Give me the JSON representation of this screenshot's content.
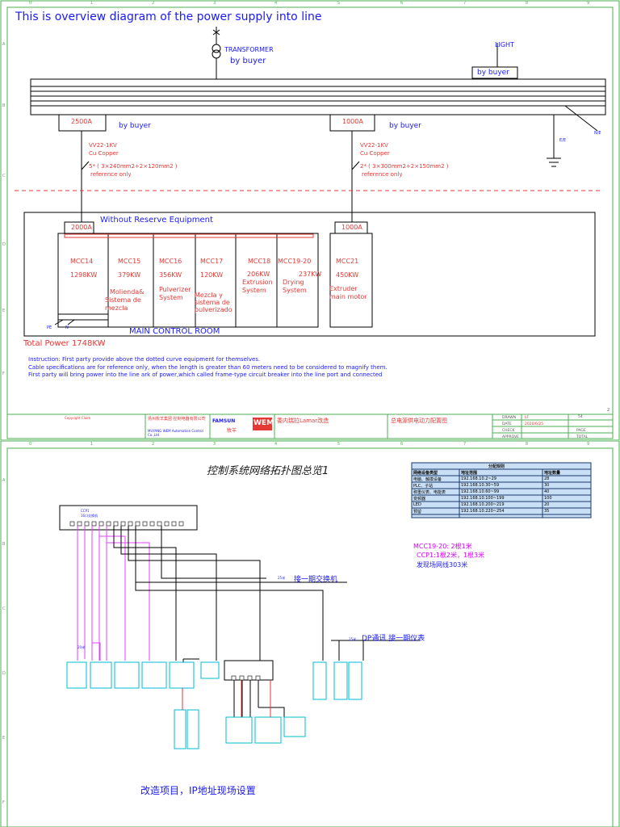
{
  "sheet1": {
    "title": "This is overview diagram of the power supply into line",
    "grid_cols": [
      "0",
      "1",
      "2",
      "3",
      "4",
      "5",
      "6",
      "7",
      "8",
      "9"
    ],
    "grid_rows": [
      "A",
      "B",
      "C",
      "D",
      "E",
      "F"
    ],
    "transformer_label": "TRANSFORMER",
    "transformer_by": "by buyer",
    "light_label": "LIGHT",
    "light_by": "by buyer",
    "breaker_left": "2500A",
    "breaker_left_by": "by buyer",
    "breaker_right": "1000A",
    "breaker_right_by": "by buyer",
    "ne_label": "N/E",
    "ee_label": "E/E",
    "cable_left": {
      "type": "VV22-1KV",
      "material": "Cu  Copper",
      "spec": "5* ( 3×240mm2+2×120mm2 )",
      "note": "reference only"
    },
    "cable_right": {
      "type": "VV22-1KV",
      "material": "Cu  Copper",
      "spec": "2* ( 3×300mm2+2×150mm2 )",
      "note": "reference only"
    },
    "without_reserve": "Without Reserve Equipment",
    "inbreaker_left": "2000A",
    "inbreaker_right": "1000A",
    "mccs": [
      {
        "name": "MCC14",
        "power": "1298KW",
        "desc": [
          "Molienda&",
          "Sistema de",
          "mezcla"
        ]
      },
      {
        "name": "MCC15",
        "power": "379KW",
        "desc": []
      },
      {
        "name": "MCC16",
        "power": "356KW",
        "desc": [
          "Pulverizer",
          "System"
        ]
      },
      {
        "name": "MCC17",
        "power": "120KW",
        "desc": [
          "Mezcla y",
          "sistema de",
          "pulverizado"
        ]
      },
      {
        "name": "MCC18",
        "power": "206KW",
        "desc": [
          "Extrusion",
          "System"
        ]
      },
      {
        "name": "MCC19-20",
        "power": "237KW",
        "desc": [
          "Drying",
          "System"
        ]
      }
    ],
    "mcc21": {
      "name": "MCC21",
      "power": "450KW",
      "desc": [
        "Extruder",
        "main motor"
      ]
    },
    "pe_label": "PE",
    "n_label": "N",
    "main_control_room": "MAIN CONTROL ROOM",
    "total_power": "Total Power  1748KW",
    "instructions": [
      "Instruction: First party provide above the dotted curve equipment for themselves.",
      "Cable specifications are for reference only, when the length is greater than 60 meters need to be considered to magnify them.",
      " First party will bring power  into the line ark of power,which called frame-type circuit breaker into the line port and connected"
    ],
    "page_marker": "2",
    "titleblock": {
      "copyright_title": "Copyright Claim",
      "company_cn": "扬州牧羊集团 控制电器有限公司",
      "company_en": "MUYANG WEM Automation Control Co.,Ltd",
      "brand1": "FAMSUN",
      "brand1_cn": "牧羊",
      "brand2": "WEM",
      "project": "委内瑞拉Lamar改造",
      "drawing": "总电源供电动力配置图",
      "rows": [
        "DRAWN",
        "DATE",
        "CHECK",
        "APPROVE"
      ],
      "drawn_val": "LF",
      "date_val": "2020/6/25",
      "page_label": "PAGE",
      "total_label": "TOTAL",
      "sheet_no": "54"
    }
  },
  "sheet2": {
    "grid_cols": [
      "0",
      "1",
      "2",
      "3",
      "4",
      "5",
      "6",
      "7",
      "8",
      "9"
    ],
    "grid_rows": [
      "A",
      "B",
      "C",
      "D",
      "E",
      "F"
    ],
    "title": "控制系统网络拓扑图总览1",
    "ip_table": {
      "caption": "分配规则",
      "headers": [
        "网络设备类型",
        "地址范围",
        "地址数量"
      ],
      "rows": [
        [
          "电脑、触摸设备",
          "192.168.10.2~29",
          "28"
        ],
        [
          "PLC、子站",
          "192.168.10.30~59",
          "30"
        ],
        [
          "称重仪表、电能表",
          "192.168.10.60~99",
          "40"
        ],
        [
          "变频器",
          "192.168.10.100~199",
          "100"
        ],
        [
          "LED",
          "192.168.10.200~219",
          "20"
        ],
        [
          "预留",
          "192.168.10.220~254",
          "35"
        ]
      ]
    },
    "notes": [
      "MCC19-20: 2根1米",
      "CCP1:1根2米，1根3米",
      "发现场网线303米"
    ],
    "switch_label": [
      "CCP1",
      "16口交换机"
    ],
    "line_label_phase1": "接一期交换机",
    "len_25m": "25米",
    "dp_label": "DP通讯 接一期仪表",
    "len_dp": "25米",
    "len_ipc": "20米",
    "final_note": "改造项目，IP地址现场设置"
  }
}
